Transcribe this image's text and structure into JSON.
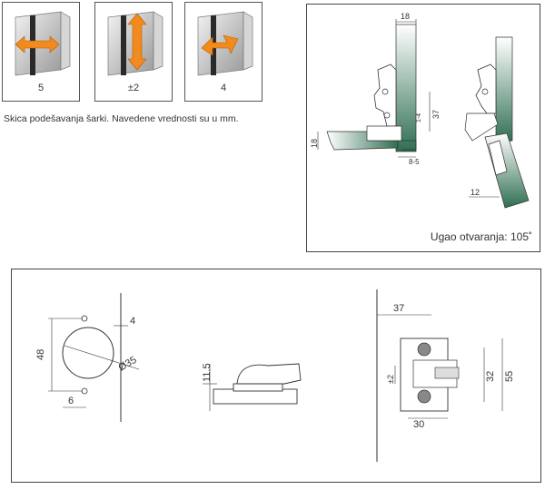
{
  "adjustments": [
    {
      "value": "5",
      "icon": "horizontal-arrow-icon"
    },
    {
      "value": "±2",
      "icon": "vertical-arrow-icon"
    },
    {
      "value": "4",
      "icon": "depth-arrow-icon"
    }
  ],
  "caption": "Skica podešavanja šarki. Navedene vrednosti su u mm.",
  "side_view": {
    "dim_top": "18",
    "dim_left": "18",
    "dim_37": "37",
    "dim_1_4": "1-4",
    "dim_8_5": "8-5",
    "dim_12": "12",
    "opening_label": "Ugao otvaranja: 105˚"
  },
  "bottom_drawing": {
    "dim_48": "48",
    "dim_4": "4",
    "dim_6": "6",
    "dim_diameter": "Ø35",
    "dim_11_5": "11.5",
    "dim_37": "37",
    "dim_30": "30",
    "dim_32": "32",
    "dim_55": "55",
    "dim_pm2": "±2"
  },
  "colors": {
    "arrow": "#f28a1e",
    "wood_green": "#2f6f52",
    "line": "#333333"
  }
}
